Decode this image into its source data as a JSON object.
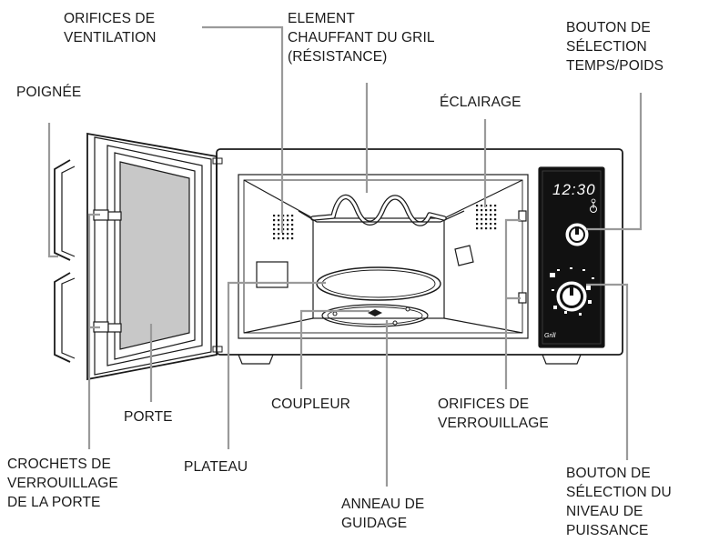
{
  "labels": {
    "orifices_ventilation": [
      "ORIFICES DE",
      "VENTILATION"
    ],
    "element_chauffant": [
      "ELEMENT",
      "CHAUFFANT DU GRIL",
      "(RÉSISTANCE)"
    ],
    "bouton_temps": [
      "BOUTON DE",
      "SÉLECTION",
      "TEMPS/POIDS"
    ],
    "poignee": [
      "POIGNÉE"
    ],
    "eclairage": [
      "ÉCLAIRAGE"
    ],
    "porte": [
      "PORTE"
    ],
    "coupleur": [
      "COUPLEUR"
    ],
    "orifices_verrouillage": [
      "ORIFICES DE",
      "VERROUILLAGE"
    ],
    "crochets": [
      "CROCHETS DE",
      "VERROUILLAGE",
      "DE LA PORTE"
    ],
    "plateau": [
      "PLATEAU"
    ],
    "anneau": [
      "ANNEAU DE",
      "GUIDAGE"
    ],
    "bouton_puissance": [
      "BOUTON DE",
      "SÉLECTION DU",
      "NIVEAU DE",
      "PUISSANCE"
    ]
  },
  "display": {
    "time": "12:30"
  },
  "panel": {
    "grill_badge": "Grill"
  },
  "colors": {
    "leader": "#9a9a9a",
    "outline": "#1a1a1a",
    "door_glass": "#c8c8c8",
    "panel": "#111111",
    "display_text": "#ffffff"
  }
}
